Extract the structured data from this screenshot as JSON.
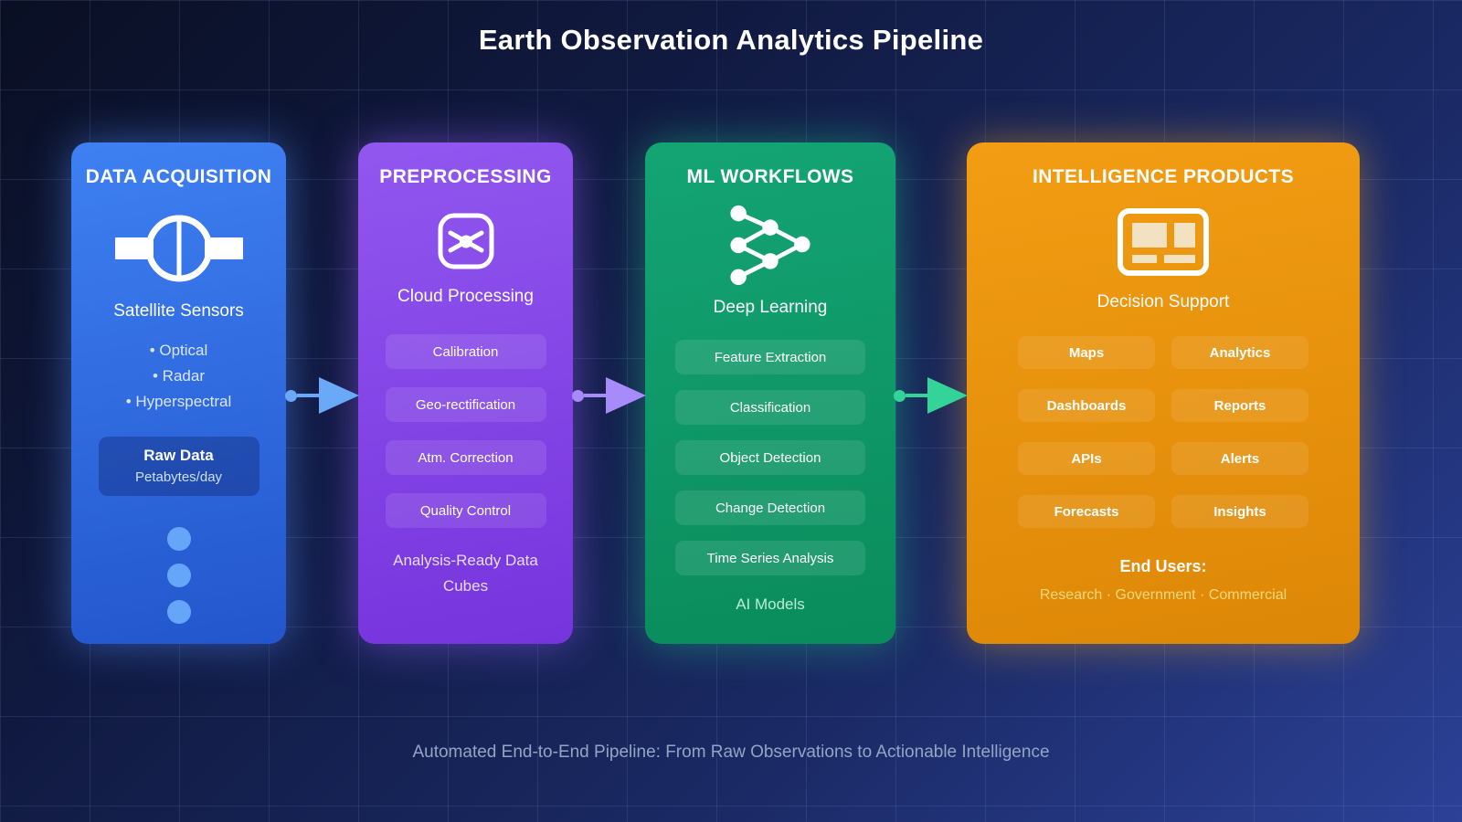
{
  "title": "Earth Observation Analytics Pipeline",
  "footer": "Automated End-to-End Pipeline: From Raw Observations to Actionable Intelligence",
  "panels": [
    {
      "title": "DATA ACQUISITION",
      "icon": "satellite-icon",
      "subtitle": "Satellite Sensors",
      "bullets": [
        "• Optical",
        "• Radar",
        "• Hyperspectral"
      ],
      "highlight": {
        "label": "Raw Data",
        "sub": "Petabytes/day"
      },
      "accent": "#2e6ce6"
    },
    {
      "title": "PREPROCESSING",
      "icon": "process-icon",
      "subtitle": "Cloud Processing",
      "steps": [
        "Calibration",
        "Geo-rectification",
        "Atm. Correction",
        "Quality Control"
      ],
      "note": "Analysis-Ready Data Cubes",
      "accent": "#8445e8"
    },
    {
      "title": "ML WORKFLOWS",
      "icon": "neural-network-icon",
      "subtitle": "Deep Learning",
      "steps": [
        "Feature Extraction",
        "Classification",
        "Object Detection",
        "Change Detection",
        "Time Series Analysis"
      ],
      "note": "AI Models",
      "accent": "#0f9e68"
    },
    {
      "title": "INTELLIGENCE PRODUCTS",
      "icon": "dashboard-icon",
      "subtitle": "Decision Support",
      "products": [
        "Maps",
        "Analytics",
        "Dashboards",
        "Reports",
        "APIs",
        "Alerts",
        "Forecasts",
        "Insights"
      ],
      "end_users_label": "End Users:",
      "end_users": "Research · Government · Commercial",
      "accent": "#ec9410"
    }
  ],
  "arrows": [
    {
      "name": "acquisition-to-preprocessing",
      "color": "#6aa8f8"
    },
    {
      "name": "preprocessing-to-ml",
      "color": "#a78bfa"
    },
    {
      "name": "ml-to-intelligence",
      "color": "#34d399"
    }
  ]
}
